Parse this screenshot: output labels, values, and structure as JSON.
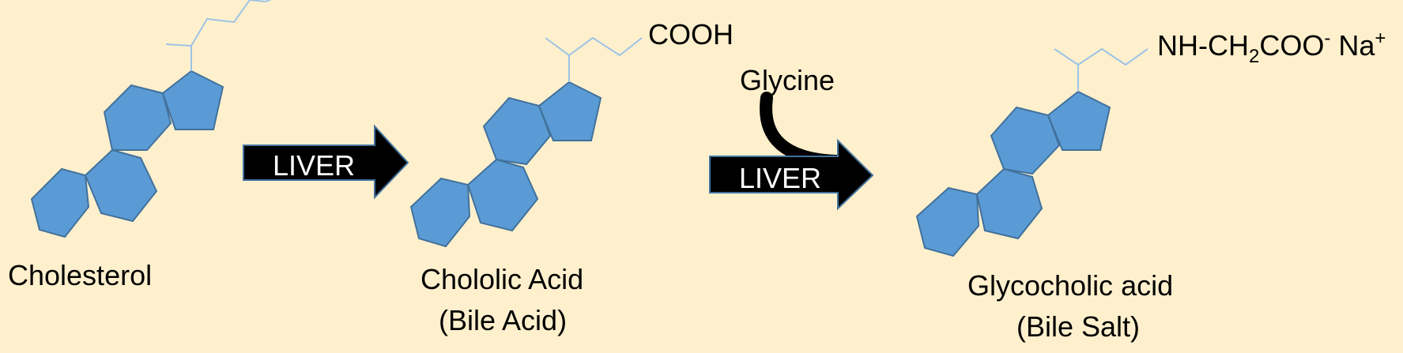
{
  "molecules": [
    {
      "name": "Cholesterol",
      "type_label": ""
    },
    {
      "name": "Chololic Acid",
      "type_label": "(Bile Acid)",
      "group": {
        "main": "COOH"
      }
    },
    {
      "name": "Glycocholic acid",
      "type_label": "(Bile Salt)",
      "group": {
        "prefix": "NH-CH",
        "sub": "2",
        "mid": "COO",
        "sup1": "-",
        "mid2": " Na",
        "sup2": "+"
      }
    }
  ],
  "arrows": [
    {
      "label": "LIVER"
    },
    {
      "label": "LIVER"
    }
  ],
  "reagent": {
    "label": "Glycine"
  },
  "colors": {
    "background": "#fff0cd",
    "ring_fill": "#5b9bd5",
    "ring_stroke": "#41719c",
    "chain": "#9dc3e6",
    "arrow": "#000000",
    "arrow_text": "#ffffff"
  }
}
